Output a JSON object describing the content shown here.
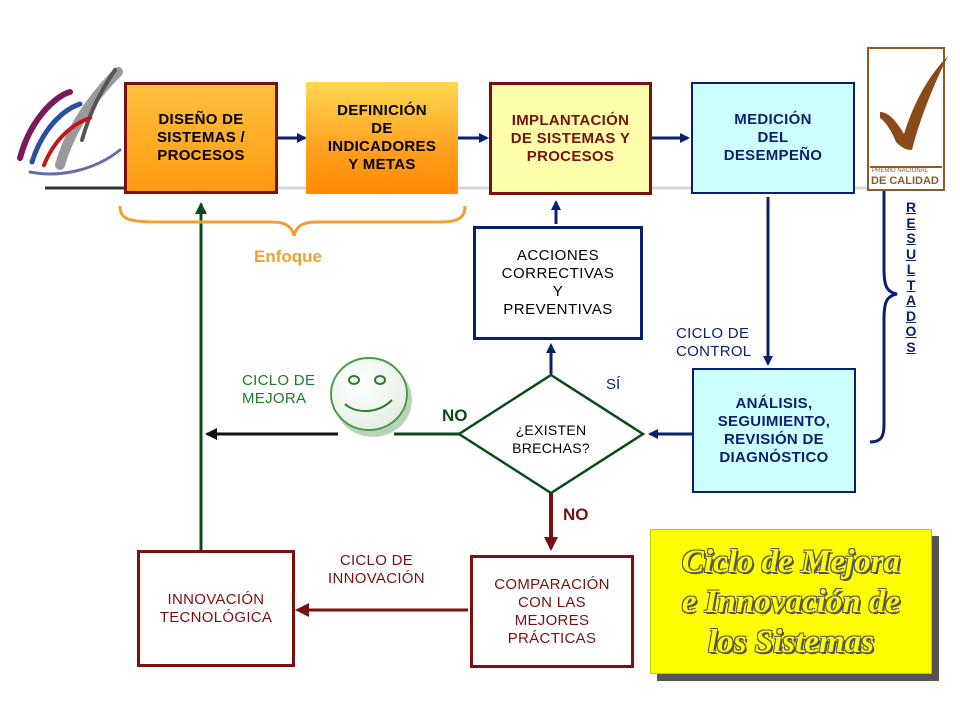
{
  "boxes": {
    "design": "DISEÑO DE\nSISTEMAS  /\nPROCESOS",
    "indicators": "DEFINICIÓN\nDE\nINDICADORES\nY METAS",
    "implementation": "IMPLANTACIÓN\nDE SISTEMAS Y\nPROCESOS",
    "measurement": "MEDICIÓN\nDEL\nDESEMPEÑO",
    "corrective": "ACCIONES\nCORRECTIVAS\nY\nPREVENTIVAS",
    "analysis": "ANÁLISIS,\nSEGUIMIENTO,\nREVISIÓN DE\nDIAGNÓSTICO",
    "decision": "¿EXISTEN\nBRECHAS?",
    "innovation": "INNOVACIÓN\nTECNOLÓGICA",
    "comparison": "COMPARACIÓN\nCON LAS\nMEJORES\nPRÁCTICAS"
  },
  "labels": {
    "enfoque": "Enfoque",
    "control_cycle": "CICLO DE\nCONTROL",
    "improvement_cycle": "CICLO DE\nMEJORA",
    "innovation_cycle": "CICLO  DE\nINNOVACIÓN",
    "yes": "SÍ",
    "no_left": "NO",
    "no_down": "NO",
    "results": "RESULTADOS"
  },
  "logo": {
    "text_line1": "PREMIO NACIONAL",
    "text_line2": "DE CALIDAD"
  },
  "banner": {
    "text": "Ciclo de Mejora\ne Innovación de\nlos Sistemas"
  },
  "colors": {
    "box_border": "#7a1010",
    "arrow_navy": "#0a1f6e",
    "arrow_green": "#0b4a17",
    "arrow_maroon": "#7a0f0f",
    "orange_bracket": "#f0a030",
    "banner_bg": "#ffff00",
    "banner_text": "#ffff00"
  }
}
